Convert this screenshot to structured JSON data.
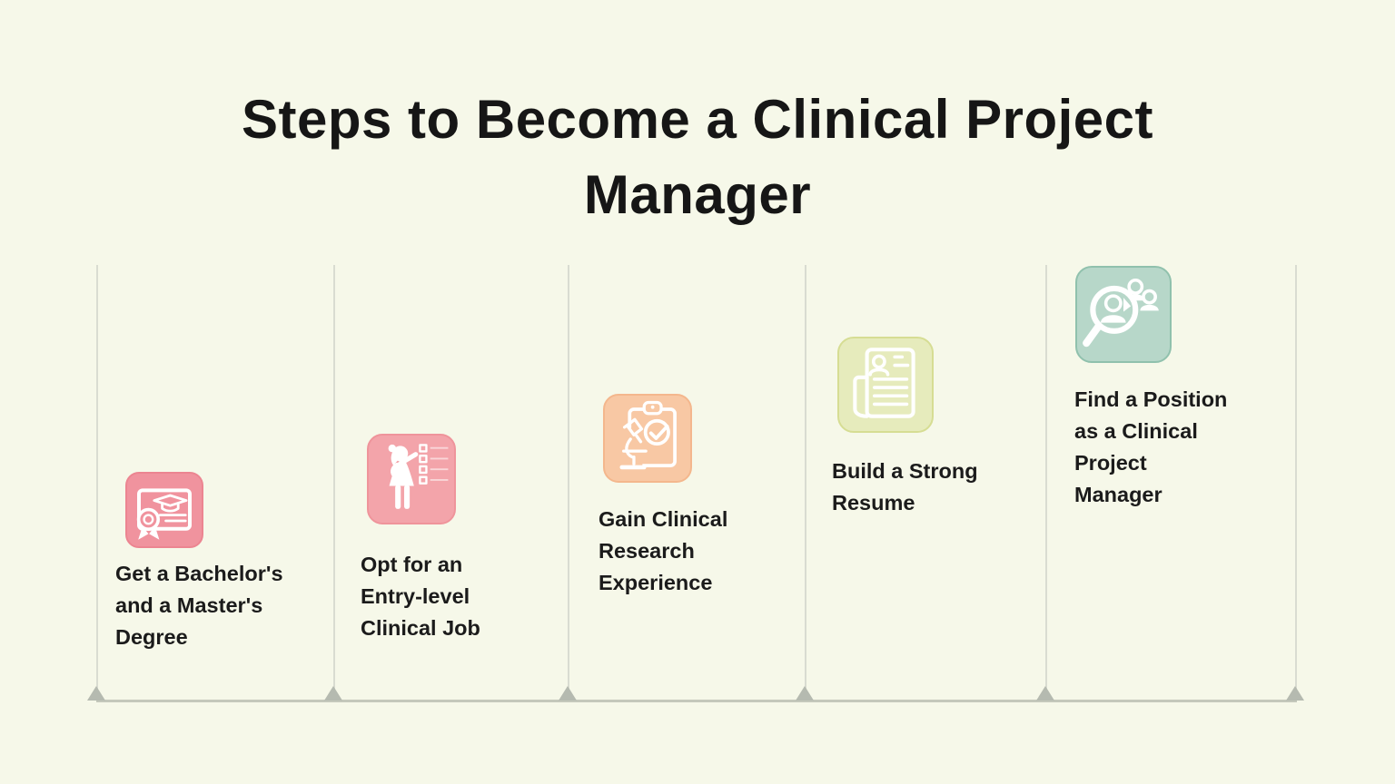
{
  "infographic": {
    "title": "Steps to Become a Clinical Project Manager",
    "title_lines": [
      "Steps to Become a Clinical Project",
      "Manager"
    ],
    "background_color": "#f6f8e9",
    "title_color": "#161616",
    "label_color": "#1b1b1b",
    "timeline": {
      "axis_color": "#c4c8bb",
      "column_line_color": "#d9dcd1",
      "marker_color": "#b5bab0",
      "marker_shape": "triangle-up",
      "column_count": 5
    },
    "steps": [
      {
        "index": 1,
        "label": "Get a Bachelor's and a Master's Degree",
        "label_lines": [
          "Get a Bachelor's",
          "and a Master's",
          "Degree"
        ],
        "icon": "certificate-icon",
        "icon_bg": "#f0939e",
        "icon_border": "#ec8591"
      },
      {
        "index": 2,
        "label": "Opt for an Entry-level Clinical Job",
        "label_lines": [
          "Opt for an",
          "Entry-level",
          "Clinical Job"
        ],
        "icon": "presenter-checklist-icon",
        "icon_bg": "#f3a4aa",
        "icon_border": "#ef949b"
      },
      {
        "index": 3,
        "label": "Gain Clinical Research Experience",
        "label_lines": [
          "Gain Clinical",
          "Research",
          "Experience"
        ],
        "icon": "clipboard-microscope-icon",
        "icon_bg": "#f8c8a4",
        "icon_border": "#f4b78d"
      },
      {
        "index": 4,
        "label": "Build a Strong Resume",
        "label_lines": [
          "Build a Strong",
          "Resume"
        ],
        "icon": "resume-icon",
        "icon_bg": "#e6ebbc",
        "icon_border": "#d6dd93"
      },
      {
        "index": 5,
        "label": "Find a Position as a Clinical Project Manager",
        "label_lines": [
          "Find a Position",
          "as a Clinical",
          "Project",
          "Manager"
        ],
        "icon": "people-search-icon",
        "icon_bg": "#b7d7c9",
        "icon_border": "#90c1ad"
      }
    ]
  }
}
